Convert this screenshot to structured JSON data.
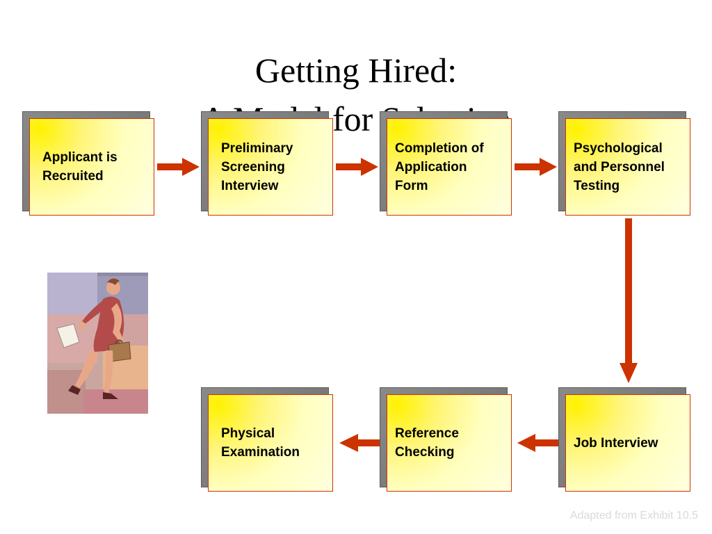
{
  "title": {
    "line1": "Getting Hired:",
    "line2": "A Model for Selection"
  },
  "steps": [
    {
      "label": "Applicant is\nRecruited"
    },
    {
      "label": "Preliminary\nScreening\nInterview"
    },
    {
      "label": "Completion of\nApplication\nForm"
    },
    {
      "label": "Psychological\nand Personnel\nTesting"
    },
    {
      "label": "Job Interview"
    },
    {
      "label": "Reference\nChecking"
    },
    {
      "label": "Physical\nExamination"
    }
  ],
  "footnote": "Adapted from Exhibit 10.5",
  "colors": {
    "arrow": "#cc3300",
    "box_border": "#cc3300",
    "box_fill_start": "#fff200",
    "box_fill_end": "#ffffe0"
  },
  "illustration": "woman-with-briefcase-clipart"
}
